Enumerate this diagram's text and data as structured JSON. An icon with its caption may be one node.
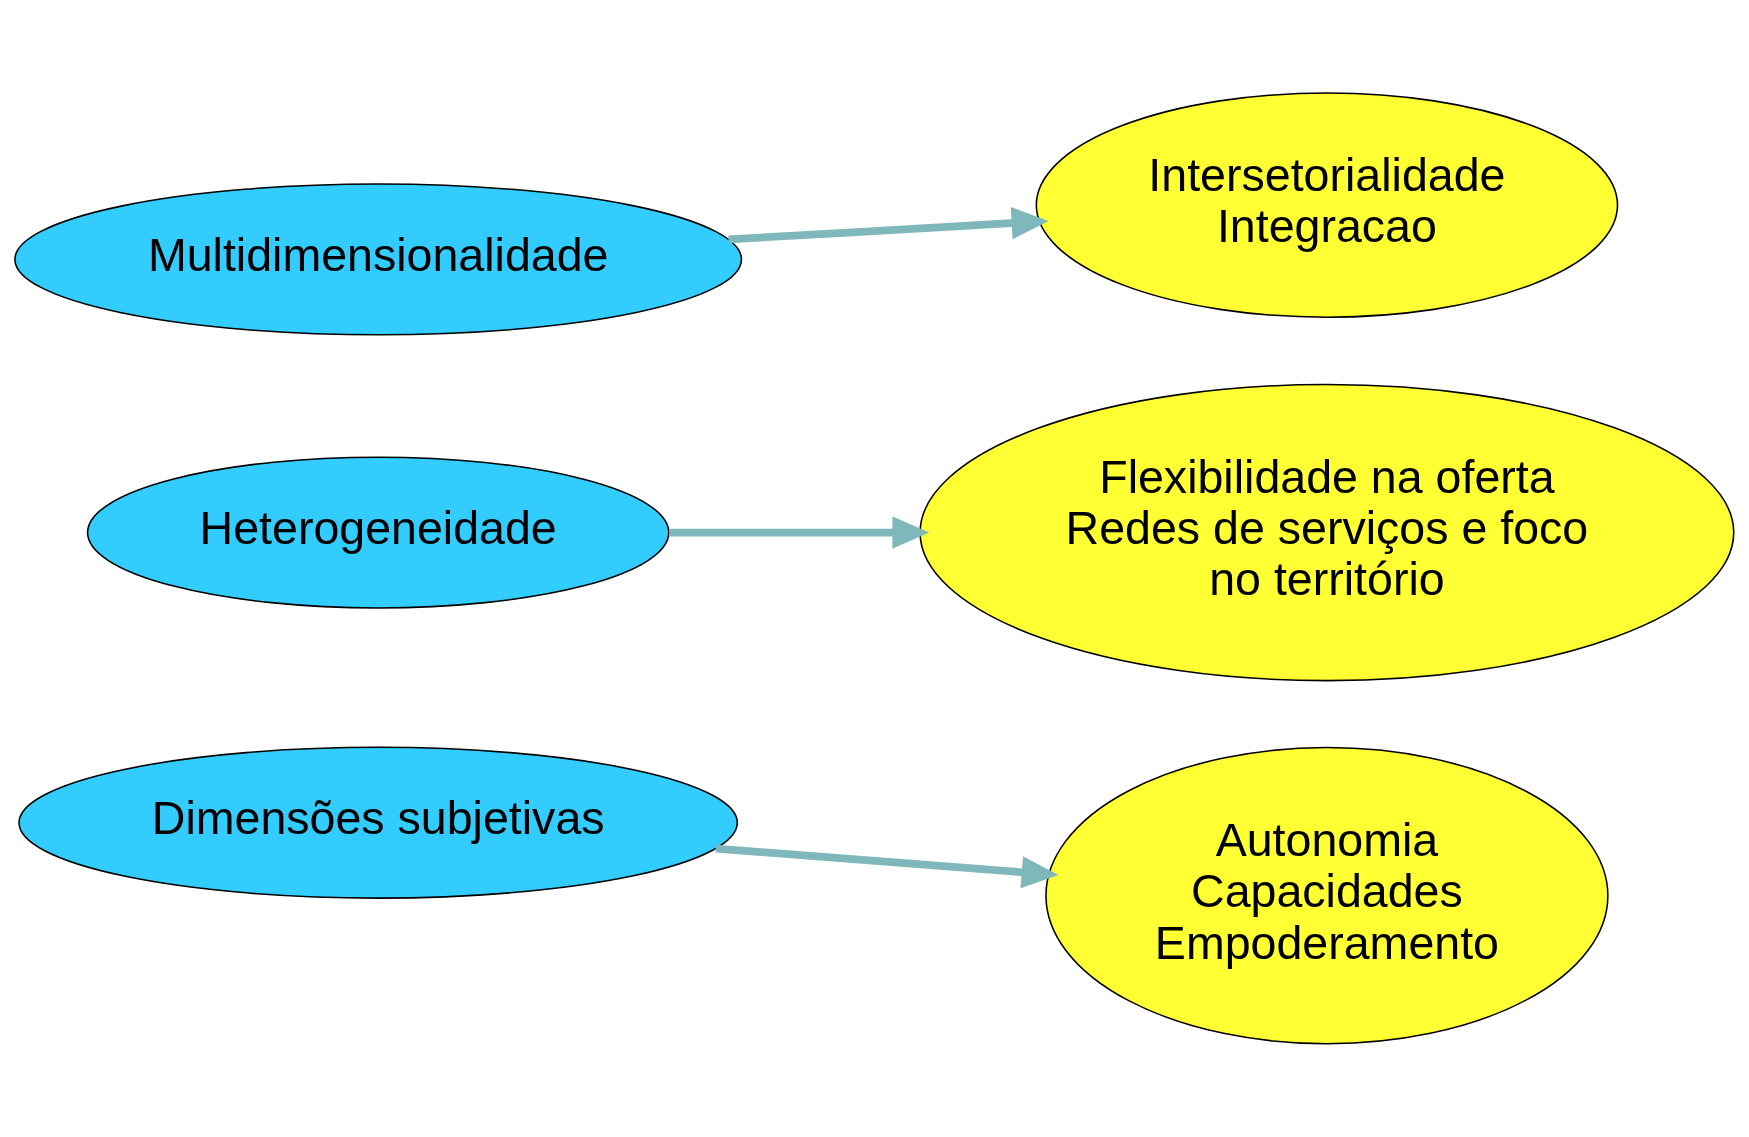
{
  "diagram": {
    "nodes": [
      {
        "text": [
          "Multidimensionalidade"
        ]
      },
      {
        "text": [
          "Intersetorialidade",
          "Integracao"
        ]
      },
      {
        "text": [
          "Heterogeneidade"
        ]
      },
      {
        "text": [
          "Flexibilidade na oferta",
          "Redes de serviços e foco no território"
        ]
      },
      {
        "text": [
          "Dimensões subjetivas"
        ]
      },
      {
        "text": [
          "Autonomia",
          "Capacidades",
          "Empoderamento"
        ]
      }
    ],
    "edges": [
      {
        "from": 0,
        "to": 1,
        "arrow": "to"
      },
      {
        "from": 2,
        "to": 3,
        "arrow": "to"
      },
      {
        "from": 4,
        "to": 5,
        "arrow": "to"
      }
    ]
  }
}
